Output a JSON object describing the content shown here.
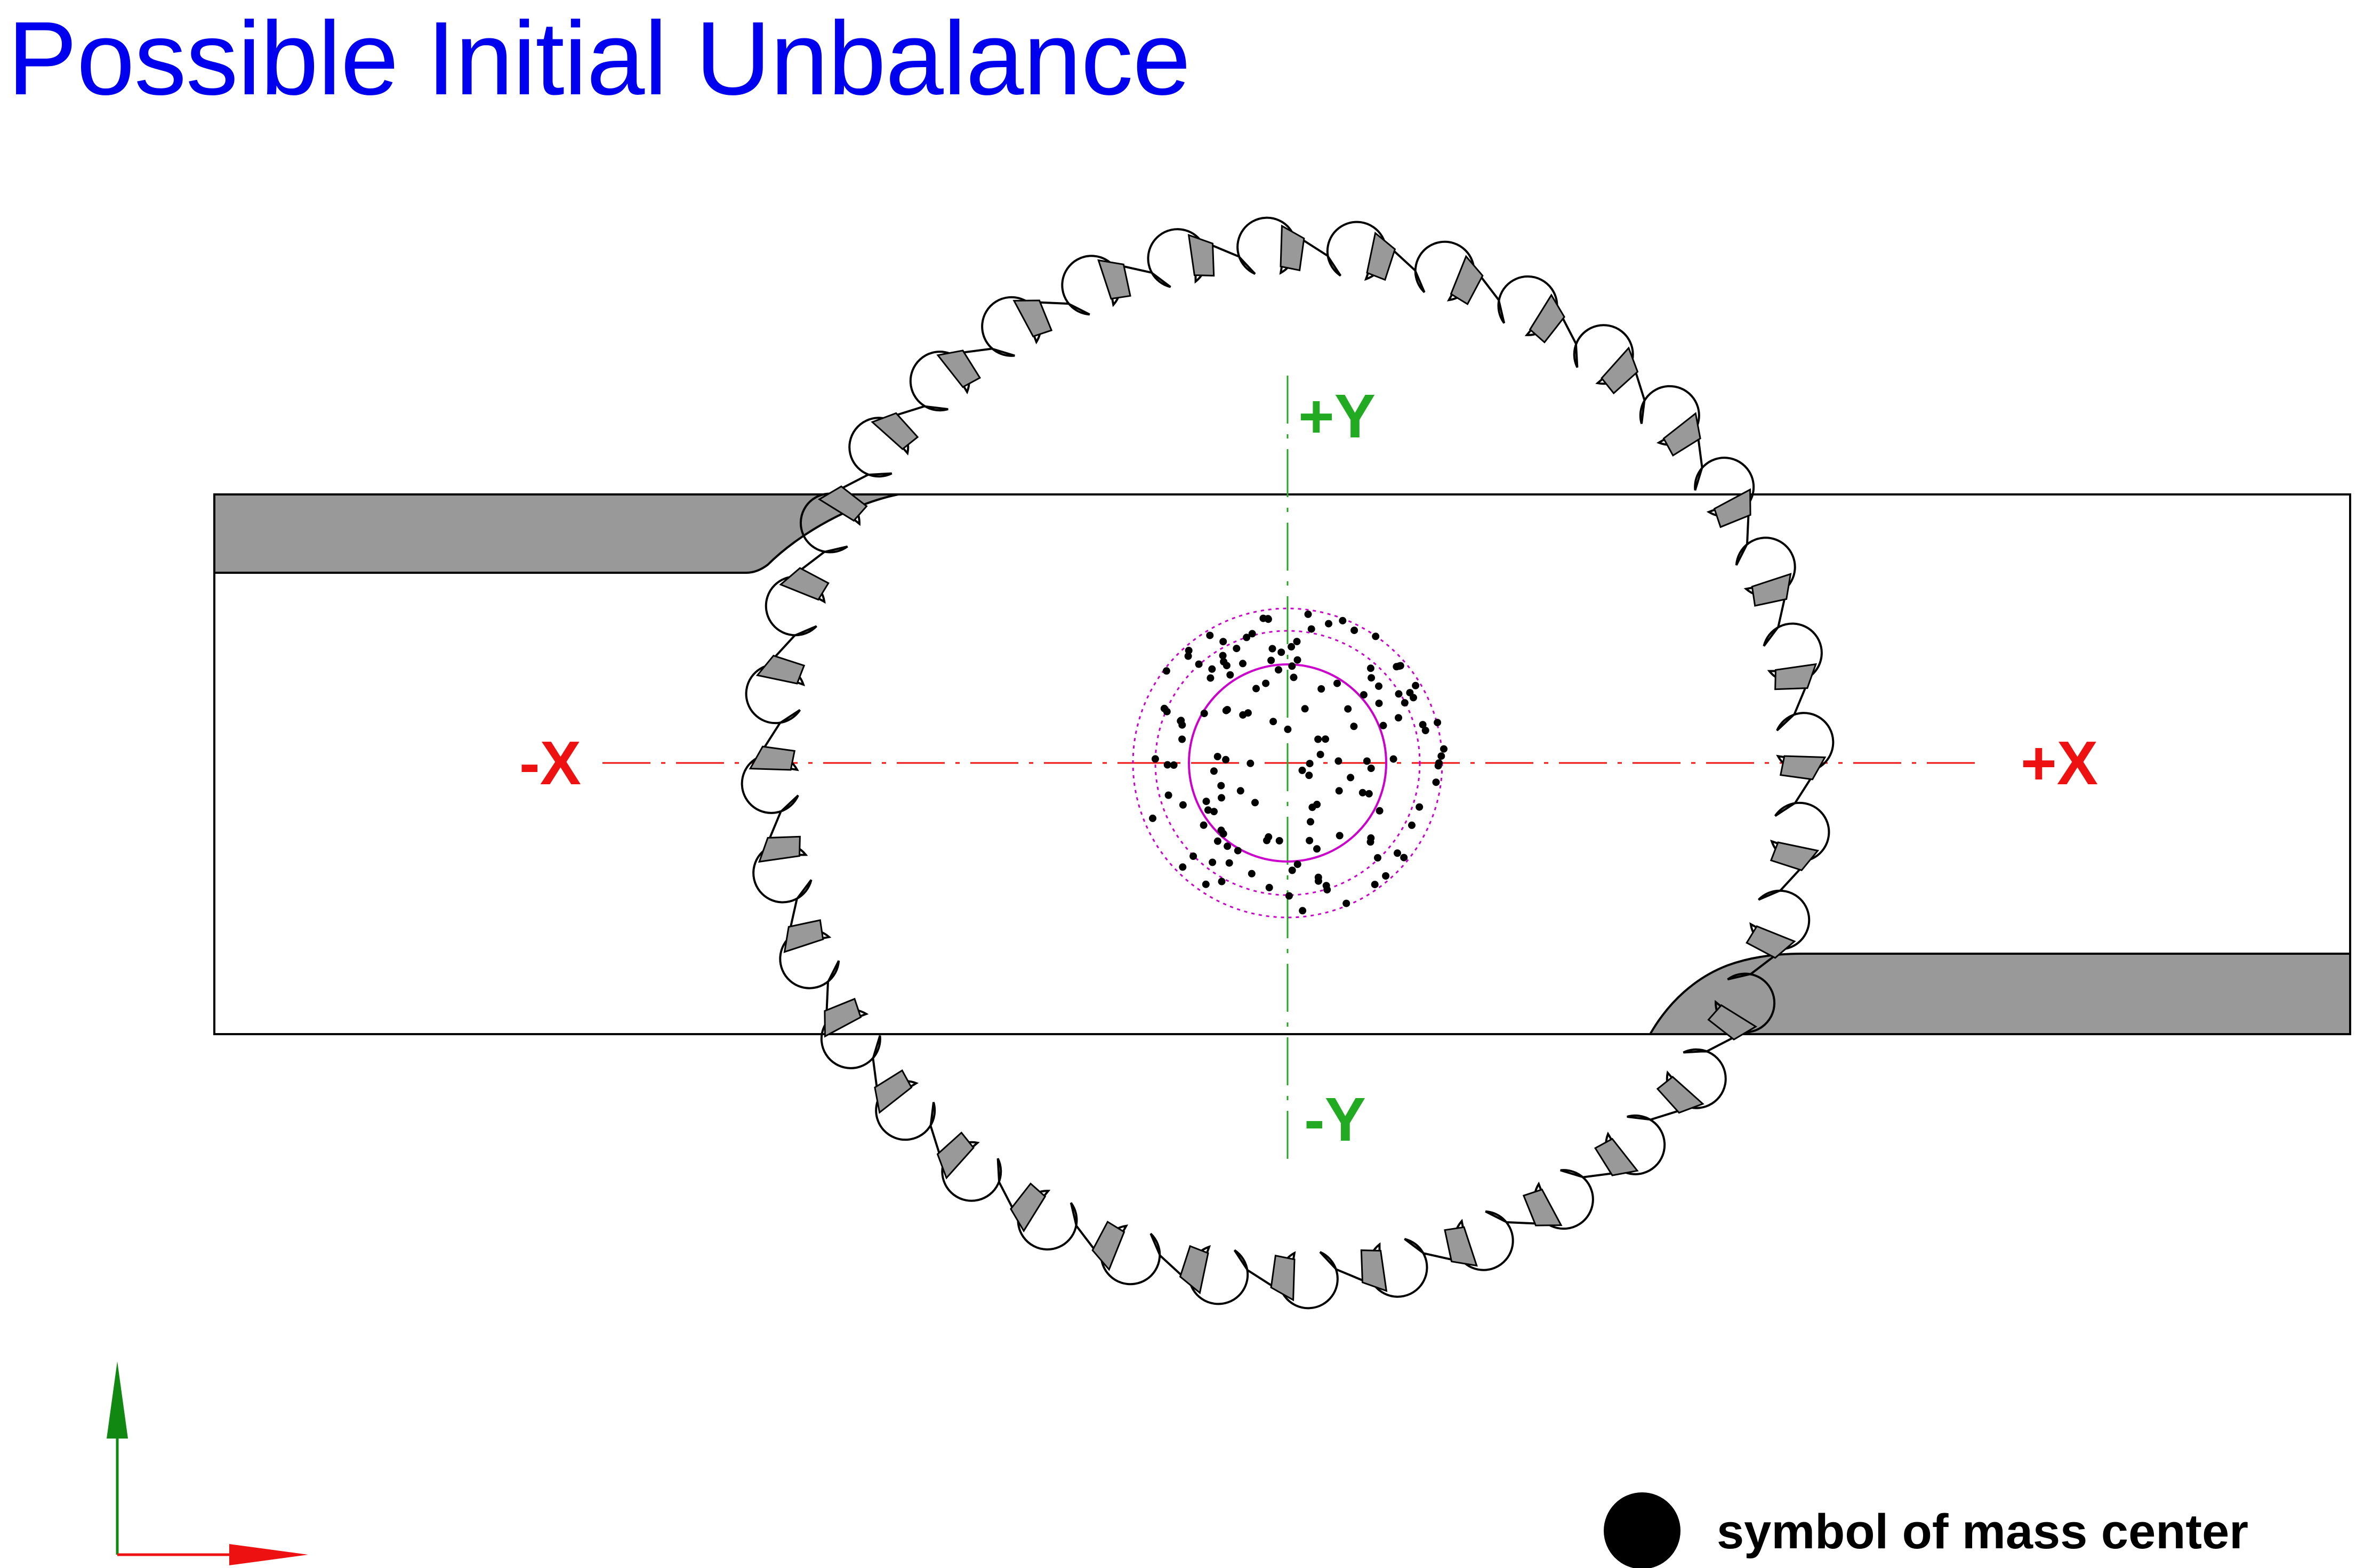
{
  "title": "Possible Initial Unbalance",
  "colors": {
    "title": "#0000ee",
    "x_axis": "#ee1111",
    "y_axis": "#22aa22",
    "tip": "#999999",
    "circle": "#cc00cc",
    "ucs_x": "#ee1111",
    "ucs_y": "#118811"
  },
  "axes": {
    "plus_x": "+X",
    "minus_x": "-X",
    "plus_y": "+Y",
    "minus_y": "-Y"
  },
  "blade": {
    "tooth_count": 36
  },
  "mass_centers": {
    "count": 150
  },
  "legend": {
    "label": "symbol of mass center",
    "icon": "filled-dot-icon"
  }
}
